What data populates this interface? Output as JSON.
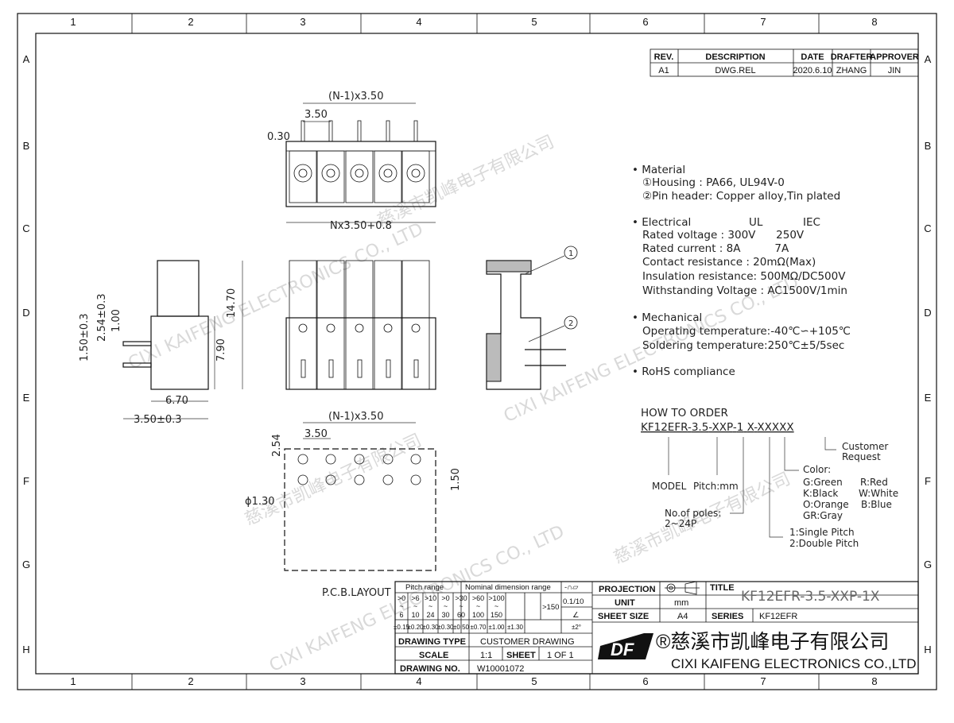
{
  "frame": {
    "columns": [
      "1",
      "2",
      "3",
      "4",
      "5",
      "6",
      "7",
      "8"
    ],
    "rows": [
      "A",
      "B",
      "C",
      "D",
      "E",
      "F",
      "G",
      "H"
    ]
  },
  "revision": {
    "headers": [
      "REV.",
      "DESCRIPTION",
      "DATE",
      "DRAFTER",
      "APPROVER"
    ],
    "row": [
      "A1",
      "DWG.REL",
      "2020.6.10",
      "ZHANG",
      "JIN"
    ]
  },
  "specs": {
    "material": {
      "title": "• Material",
      "lines": [
        "①Housing : PA66, UL94V-0",
        "②Pin header: Copper alloy,Tin plated"
      ]
    },
    "electrical": {
      "title": "• Electrical",
      "ul": "UL",
      "iec": "IEC",
      "lines": [
        "Rated voltage : 300V      250V",
        "Rated current : 8A          7A",
        "Contact resistance : 20mΩ(Max)",
        "Insulation resistance: 500MΩ/DC500V",
        "Withstanding Voltage : AC1500V/1min"
      ]
    },
    "mechanical": {
      "title": "• Mechanical",
      "lines": [
        "Operating temperature:-40℃∽+105℃",
        "Soldering temperature:250℃±5/5sec"
      ]
    },
    "rohs": "• RoHS compliance"
  },
  "order": {
    "title": "HOW TO ORDER",
    "code": [
      "KF12EFR",
      "-",
      "3.5",
      "-",
      "XXP",
      "-",
      "1",
      " ",
      "X",
      "-",
      "XXXXX"
    ],
    "model": "MODEL",
    "pitch": "Pitch:mm",
    "poles": [
      "No.of poles:",
      "2~24P"
    ],
    "customer": [
      "Customer",
      "Request"
    ],
    "color_title": "Color:",
    "colors": [
      "G:Green",
      "R:Red",
      "K:Black",
      "W:White",
      "O:Orange",
      "B:Blue",
      "GR:Gray"
    ],
    "pitch_type": [
      "1:Single Pitch",
      "2:Double Pitch"
    ]
  },
  "dims": {
    "top_pitch_n": "(N-1)x3.50",
    "top_pitch": "3.50",
    "pin_w": "0.30",
    "overall": "Nx3.50+0.8",
    "side_h": "14.70",
    "side_body": "7.90",
    "side_w": "6.70",
    "side_pin": "3.50±0.3",
    "side_a": "1.50±0.3",
    "side_b": "2.54±0.3",
    "side_c": "1.00",
    "callout1": "1",
    "callout2": "2",
    "pcb_pitch_n": "(N-1)x3.50",
    "pcb_pitch": "3.50",
    "pcb_row": "2.54",
    "pcb_edge": "1.50",
    "pcb_hole": "ϕ1.30",
    "pcb_label": "P.C.B.LAYOUT"
  },
  "tolerance": {
    "pitch_range": "Pitch range",
    "nominal_range": "Nominal dimension range",
    "symbols": "-∩▱",
    "ranges": [
      [
        ">0",
        "6"
      ],
      [
        ">6",
        "10"
      ],
      [
        ">10",
        "24"
      ],
      [
        ">0",
        "30"
      ],
      [
        ">30",
        "60"
      ],
      [
        ">60",
        "100"
      ],
      [
        ">100",
        "150"
      ]
    ],
    "over150": ">150",
    "angular_ratio": "0.1/10",
    "angle_sym": "∠",
    "tols": [
      "±0.15",
      "±0.20",
      "±0.30",
      "±0.30",
      "±0.50",
      "±0.70",
      "±1.00",
      "±1.30",
      "±2°"
    ]
  },
  "titleblock": {
    "projection_label": "PROJECTION",
    "unit_label": "UNIT",
    "unit": "mm",
    "sheet_size_label": "SHEET SIZE",
    "sheet_size": "A4",
    "title_label": "TITLE",
    "title": "KF12EFR-3.5-XXP-1X",
    "series_label": "SERIES",
    "series": "KF12EFR",
    "drawing_type_label": "DRAWING TYPE",
    "drawing_type": "CUSTOMER DRAWING",
    "scale_label": "SCALE",
    "scale": "1:1",
    "sheet_label": "SHEET",
    "sheet": "1 OF 1",
    "drawing_no_label": "DRAWING NO.",
    "drawing_no": "W10001072",
    "company_cn": "®慈溪市凯峰电子有限公司",
    "company_en": "CIXI KAIFENG ELECTRONICS CO.,LTD",
    "logo": "DF"
  },
  "watermark": {
    "cn": "慈溪市凯峰电子有限公司",
    "en": "CIXI KAIFENG ELECTRONICS CO., LTD",
    "brand": "KAIFENG"
  }
}
